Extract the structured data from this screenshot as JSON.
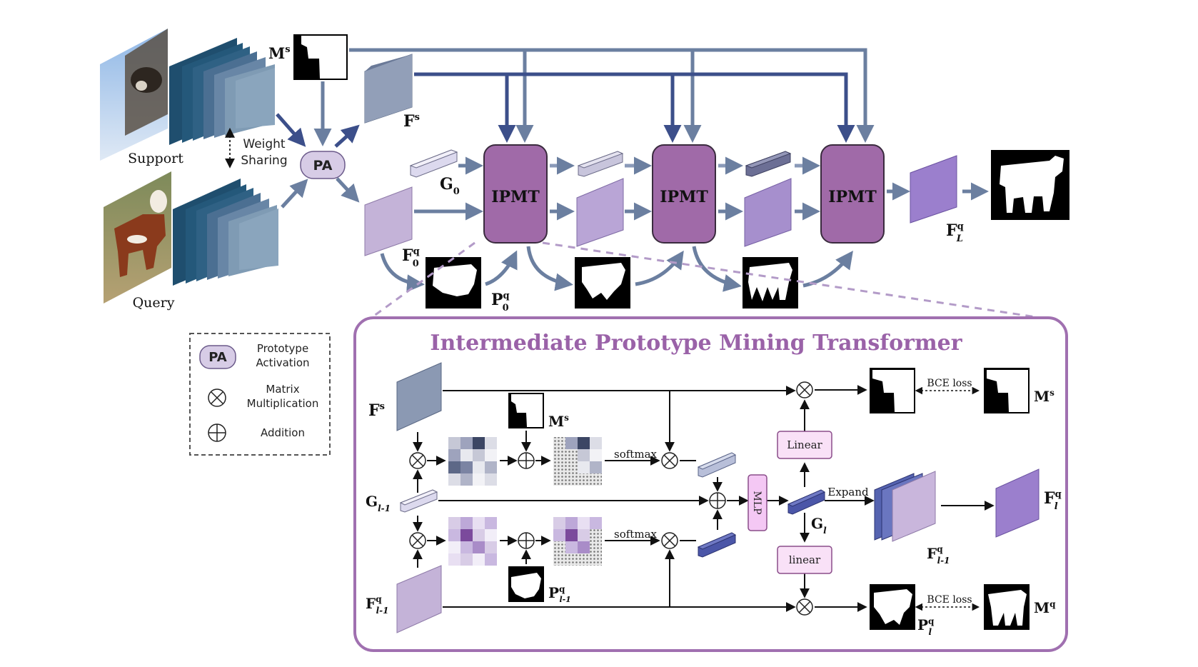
{
  "top": {
    "support_label": "Support",
    "query_label": "Query",
    "weight_sharing": [
      "Weight",
      "Sharing"
    ],
    "pa": "PA",
    "ms": {
      "main": "M",
      "sup": "s"
    },
    "fs": {
      "main": "F",
      "sup": "s"
    },
    "g0": {
      "main": "G",
      "sub": "0"
    },
    "f0q": {
      "main": "F",
      "sup": "q",
      "sub": "0"
    },
    "p0q": {
      "main": "P",
      "sup": "q",
      "sub": "0"
    },
    "flq": {
      "main": "F",
      "sup": "q",
      "sub": "L"
    },
    "ipmt": "IPMT"
  },
  "legend": {
    "pa": "PA",
    "pa_desc": [
      "Prototype",
      "Activation"
    ],
    "matmul_desc": [
      "Matrix",
      "Multiplication"
    ],
    "add_desc": "Addition"
  },
  "detail": {
    "title": "Intermediate Prototype Mining Transformer",
    "fs": {
      "main": "F",
      "sup": "s"
    },
    "ms": {
      "main": "M",
      "sup": "s"
    },
    "ms_right": {
      "main": "M",
      "sup": "s"
    },
    "g_prev": {
      "main": "G",
      "sub": "l-1"
    },
    "f_prev": {
      "main": "F",
      "sup": "q",
      "sub": "l-1"
    },
    "p_prev": {
      "main": "P",
      "sup": "q",
      "sub": "l-1"
    },
    "softmax": "softmax",
    "mlp": "MLP",
    "linear_top": "Linear",
    "linear_bottom": "linear",
    "gl": {
      "main": "G",
      "sub": "l"
    },
    "expand": "Expand",
    "f_prev2": {
      "main": "F",
      "sup": "q",
      "sub": "l-1"
    },
    "fl": {
      "main": "F",
      "sup": "q",
      "sub": "l"
    },
    "plq": {
      "main": "P",
      "sup": "q",
      "sub": "l"
    },
    "mq": {
      "main": "M",
      "sup": "q"
    },
    "bce_loss": "BCE loss"
  },
  "colors": {
    "arrow": "#6b7fa0",
    "arrow_dark": "#3c4f8a",
    "ipmt_fill": "#a06aa8",
    "purple_border": "#a070b0",
    "title": "#9a62a8",
    "feat_light": "#c4b3d8",
    "feat_mid": "#a58cc8",
    "backbone_dark": "#1f4e6e",
    "backbone_light": "#7f9bb4",
    "pa_fill": "#d7cce6",
    "pink_box": "#f4d7f2"
  }
}
